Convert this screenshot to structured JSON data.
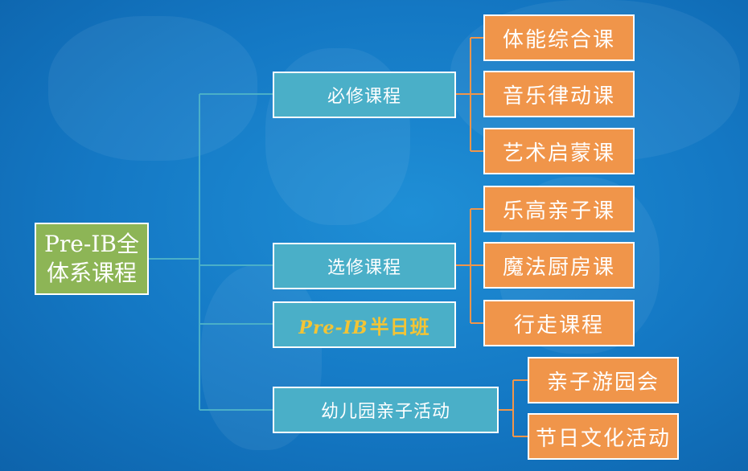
{
  "root": {
    "label_line1": "Pre-IB全",
    "label_line2": "体系课程"
  },
  "branches": {
    "required": {
      "label": "必修课程",
      "children": [
        "体能综合课",
        "音乐律动课",
        "艺术启蒙课"
      ]
    },
    "elective": {
      "label": "选修课程",
      "children": [
        "乐高亲子课",
        "魔法厨房课",
        "行走课程"
      ]
    },
    "halfday": {
      "label_latin": "Pre-IB",
      "label_cn": "半日班"
    },
    "parent_child": {
      "label": "幼儿园亲子活动",
      "children": [
        "亲子游园会",
        "节日文化活动"
      ]
    }
  },
  "colors": {
    "background": "#1478c4",
    "root_fill": "#8db556",
    "branch_fill": "#4aafc8",
    "leaf_fill": "#f0954a",
    "connector_blue": "#4aafc8",
    "connector_orange": "#f0954a",
    "halfday_text": "#f3c435"
  }
}
